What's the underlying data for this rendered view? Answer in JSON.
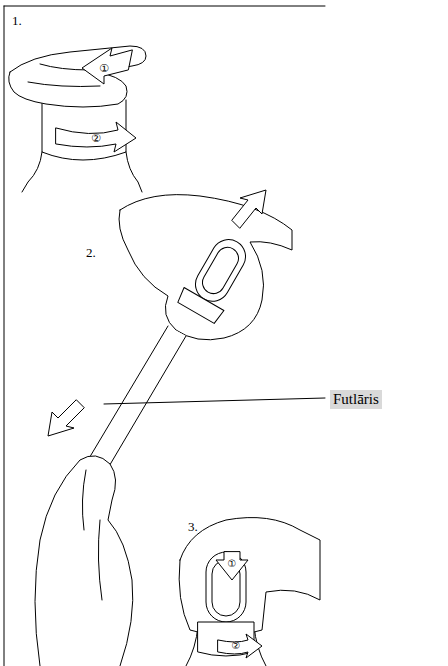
{
  "diagram": {
    "labels": [
      "1.",
      "①",
      "②",
      "2.",
      "Futlāris",
      "3.",
      "①",
      "②"
    ]
  }
}
